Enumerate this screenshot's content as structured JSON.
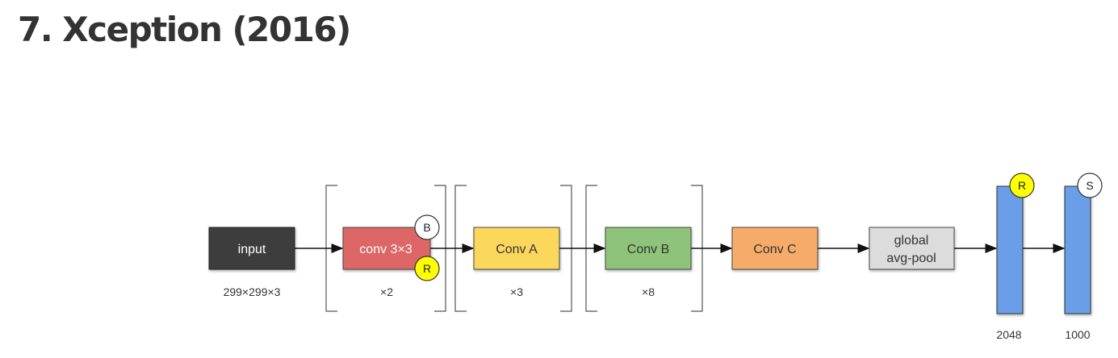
{
  "title": "7. Xception (2016)",
  "blocks": {
    "input": {
      "label": "input",
      "size": "299×299×3",
      "color": "#3d3d3d"
    },
    "conv3x3": {
      "label": "conv 3×3",
      "repeat": "×2",
      "color": "#dd6666"
    },
    "convA": {
      "label": "Conv A",
      "repeat": "×3",
      "color": "#fbd75b"
    },
    "convB": {
      "label": "Conv B",
      "repeat": "×8",
      "color": "#8dc47a"
    },
    "convC": {
      "label": "Conv C",
      "repeat": "",
      "color": "#f6ac68"
    },
    "pool": {
      "line1": "global",
      "line2": "avg-pool",
      "color": "#dcdcdc"
    },
    "fc1": {
      "size": "2048",
      "color": "#6a9ee8"
    },
    "fc2": {
      "size": "1000",
      "color": "#6a9ee8"
    }
  },
  "badges": {
    "batchnorm": "B",
    "relu": "R",
    "softmax": "S"
  },
  "badge_colors": {
    "relu": "#ffff00",
    "other": "#ffffff"
  }
}
